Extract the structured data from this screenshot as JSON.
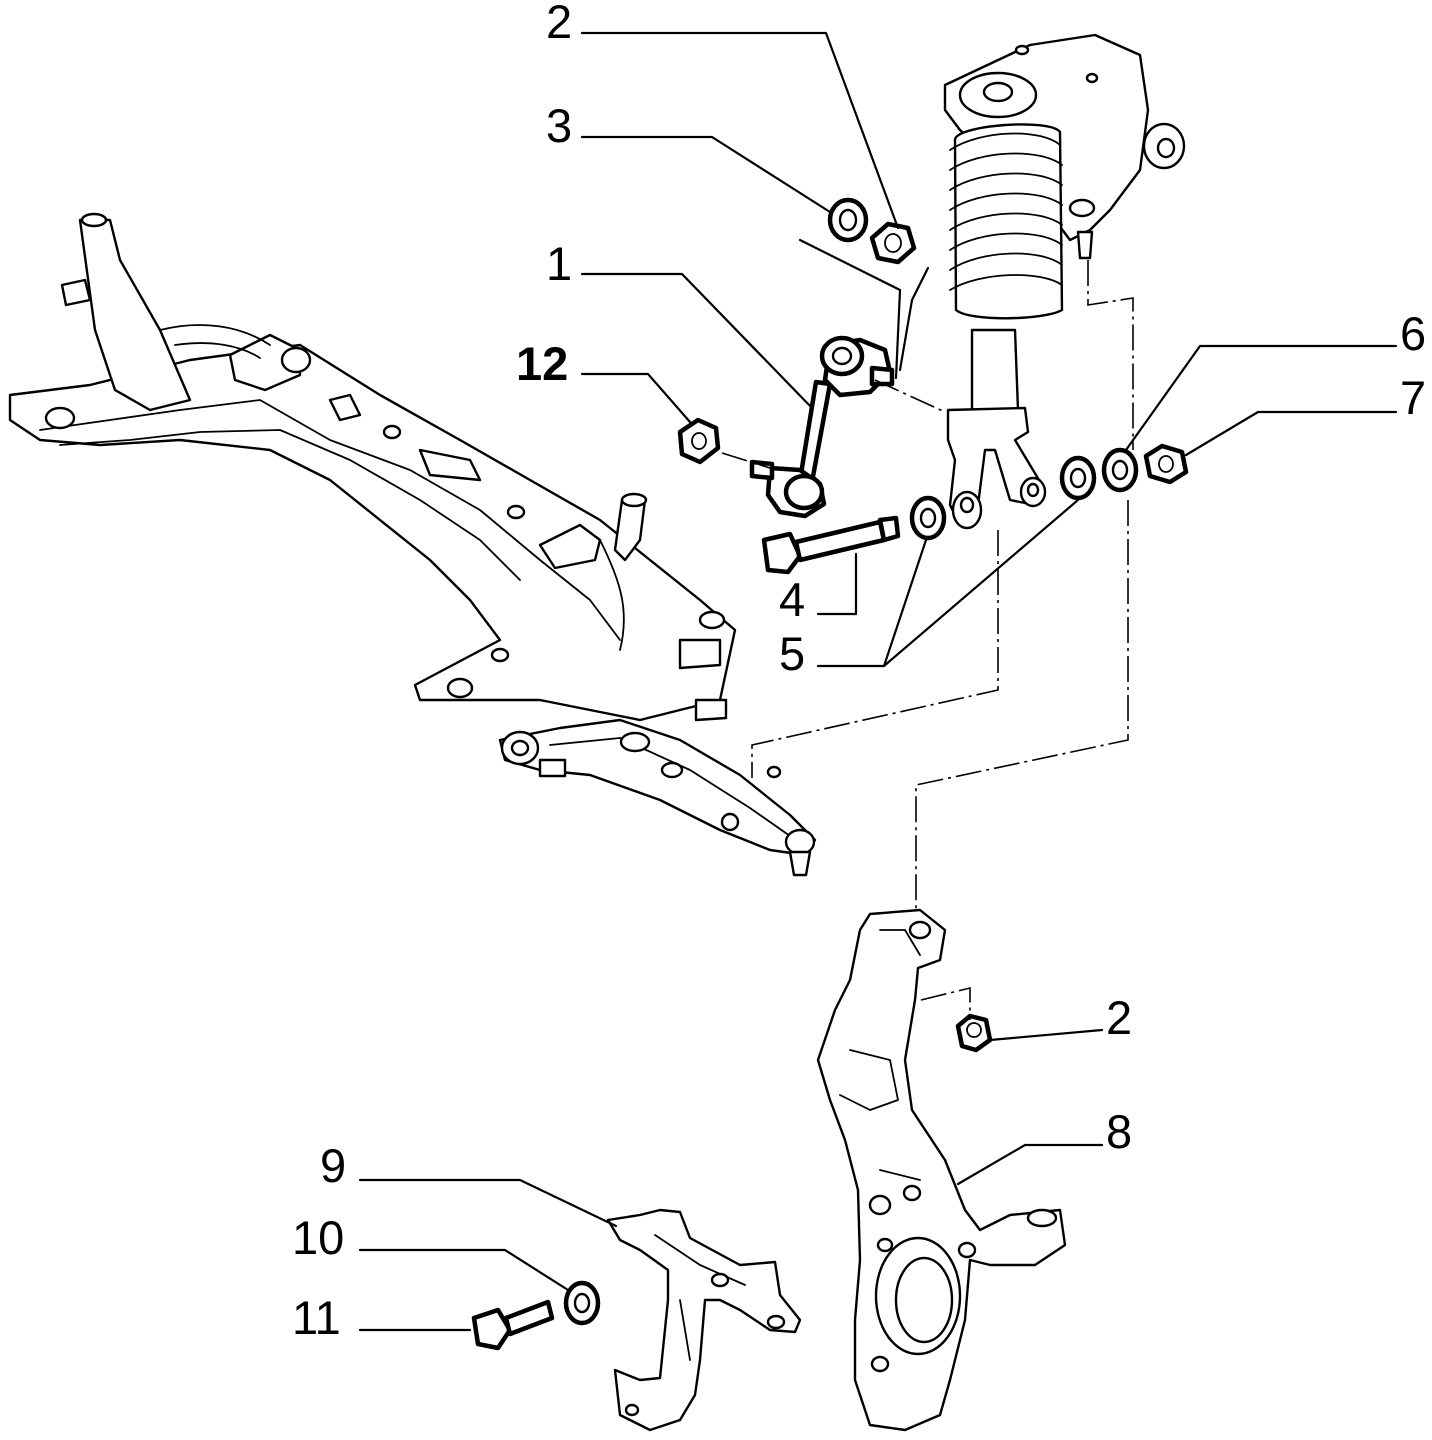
{
  "callouts": {
    "c1": "1",
    "c2_top": "2",
    "c2_bottom": "2",
    "c3": "3",
    "c4": "4",
    "c5": "5",
    "c6": "6",
    "c7": "7",
    "c8": "8",
    "c9": "9",
    "c10": "10",
    "c11": "11",
    "c12": "12"
  },
  "colors": {
    "ink": "#000000",
    "paper": "#ffffff"
  }
}
